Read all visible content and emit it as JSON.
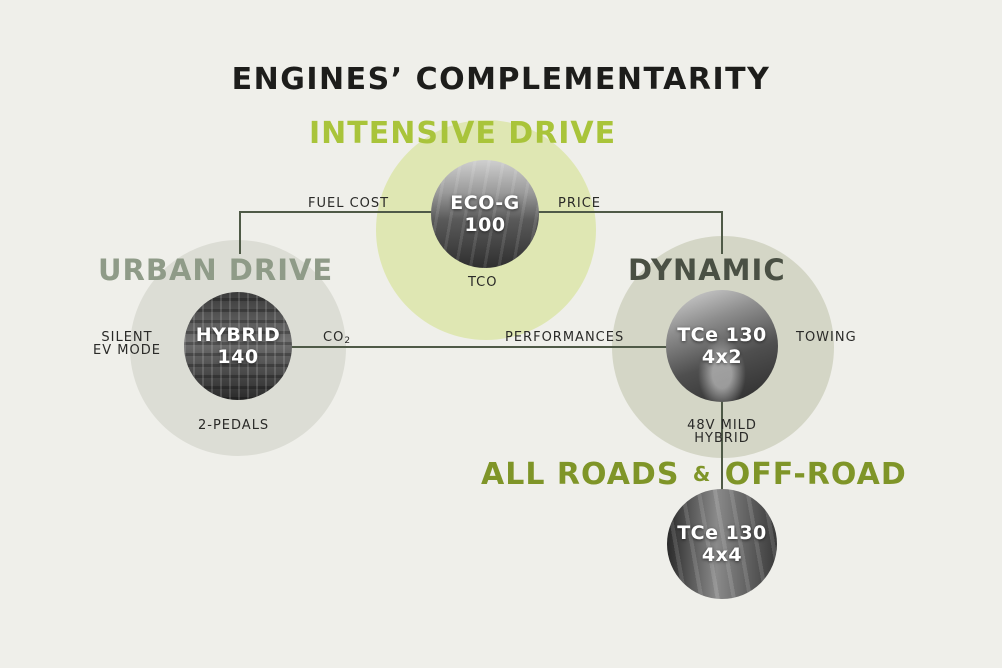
{
  "title": "ENGINES’ COMPLEMENTARITY",
  "headings": {
    "intensive": "INTENSIVE DRIVE",
    "urban": "URBAN DRIVE",
    "dynamic": "DYNAMIC",
    "allroads_a": "ALL ROADS",
    "allroads_amp": "&",
    "allroads_b": "OFF-ROAD"
  },
  "engines": {
    "ecog": {
      "line1": "ECO-G",
      "line2": "100"
    },
    "hybrid": {
      "line1": "HYBRID",
      "line2": "140"
    },
    "tce4x2": {
      "line1": "TCe 130",
      "line2": "4x2"
    },
    "tce4x4": {
      "line1": "TCe 130",
      "line2": "4x4"
    }
  },
  "labels": {
    "fuel_cost": "FUEL COST",
    "price": "PRICE",
    "tco": "TCO",
    "silent_1": "SILENT",
    "silent_2": "EV MODE",
    "co2_main": "CO",
    "co2_sub": "2",
    "performances": "PERFORMANCES",
    "towing": "TOWING",
    "pedals": "2-PEDALS",
    "mild_1": "48V MILD",
    "mild_2": "HYBRID"
  },
  "colors": {
    "intensive": "#a9c43a",
    "urban": "#8f9b88",
    "dynamic": "#4a5044",
    "allroads": "#7f9528",
    "connector": "#4f5a47"
  }
}
